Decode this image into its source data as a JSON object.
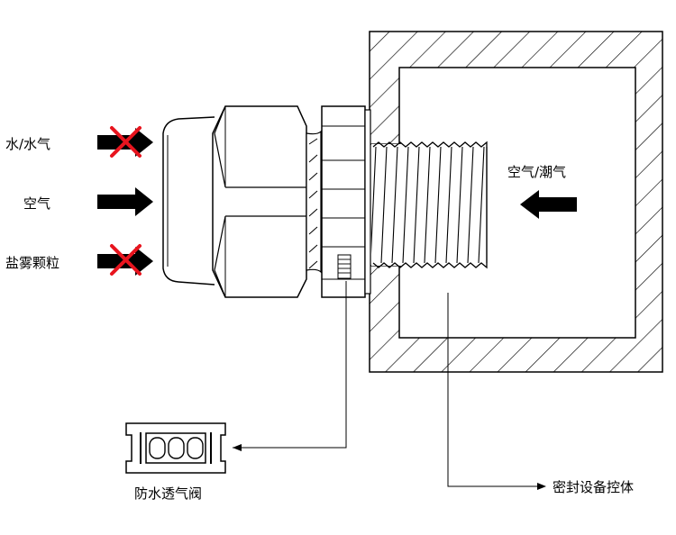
{
  "labels": {
    "water": "水/水气",
    "air": "空气",
    "salt_fog": "盐雾颗粒",
    "inside_air": "空气/潮气",
    "vent_valve": "防水透气阀",
    "enclosure": "密封设备控体"
  },
  "colors": {
    "line": "#000000",
    "arrow": "#000000",
    "cross": "#e8141e",
    "background": "#ffffff"
  },
  "blocked": {
    "water": true,
    "air": false,
    "salt_fog": true
  }
}
